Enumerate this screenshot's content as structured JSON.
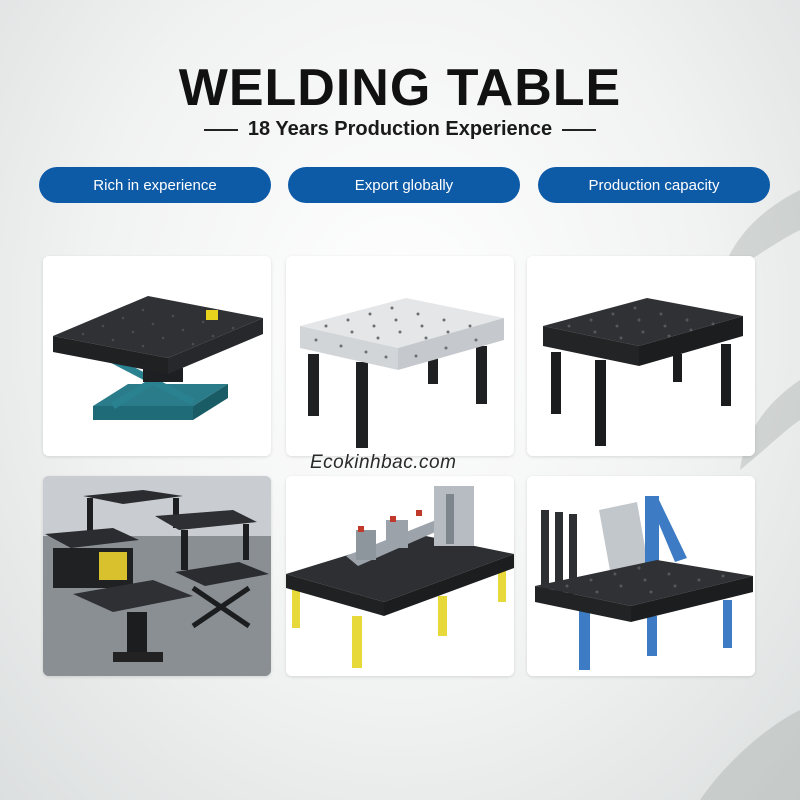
{
  "header": {
    "title": "WELDING TABLE",
    "subtitle": "18 Years Production Experience"
  },
  "features": [
    {
      "label": "Rich in experience"
    },
    {
      "label": "Export globally"
    },
    {
      "label": "Production capacity"
    }
  ],
  "watermark": "Ecokinhbac.com",
  "colors": {
    "accent": "#0d5aa7",
    "table_dark": "#2c2e30",
    "table_light": "#e6e8ea",
    "leg_yellow": "#e8d93a",
    "leg_blue": "#3d7cc4"
  },
  "gallery": [
    {
      "name": "lift-table-image"
    },
    {
      "name": "white-table-image"
    },
    {
      "name": "black-table-image"
    },
    {
      "name": "workshop-image"
    },
    {
      "name": "fixture-table-image"
    },
    {
      "name": "blue-leg-table-image"
    }
  ]
}
